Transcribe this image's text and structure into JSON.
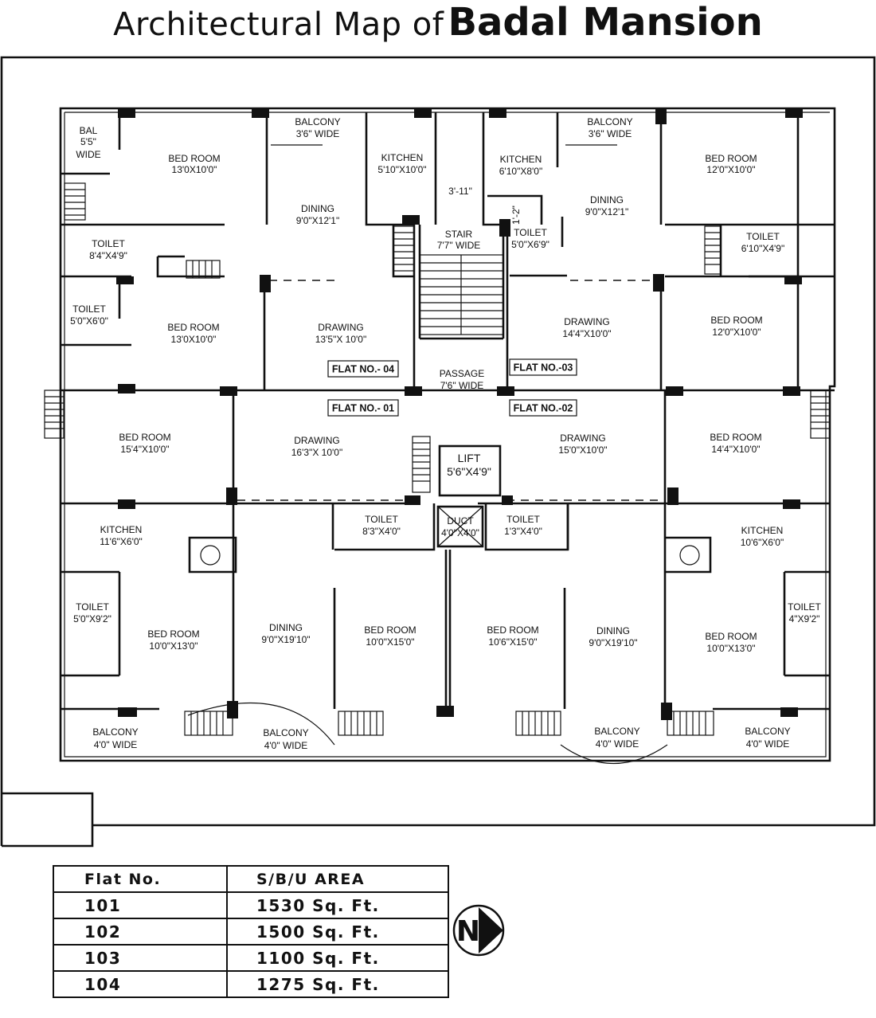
{
  "title": {
    "part1": "Architectural  Map of",
    "part2": "Badal Mansion"
  },
  "rooms": {
    "bal_top_left": {
      "name": "BAL",
      "dim": "5'5\"",
      "extra": "WIDE"
    },
    "bed_tl": {
      "name": "BED ROOM",
      "dim": "13'0X10'0\""
    },
    "balcony_top_1": {
      "name": "BALCONY",
      "dim": "3'6\" WIDE"
    },
    "dining_f4": {
      "name": "DINING",
      "dim": "9'0\"X12'1\""
    },
    "kitchen_f4": {
      "name": "KITCHEN",
      "dim": "5'10\"X10'0\""
    },
    "gap_dim": "3'-11\"",
    "stair": {
      "name": "STAIR",
      "dim": "7'7\" WIDE"
    },
    "toilet_f4a": {
      "name": "TOILET",
      "dim": "8'4\"X4'9\""
    },
    "toilet_f4b": {
      "name": "TOILET",
      "dim": "5'0\"X6'0\""
    },
    "bed_f4b": {
      "name": "BED ROOM",
      "dim": "13'0X10'0\""
    },
    "drawing_f4": {
      "name": "DRAWING",
      "dim": "13'5\"X 10'0\""
    },
    "kitchen_f3": {
      "name": "KITCHEN",
      "dim": "6'10\"X8'0\""
    },
    "balcony_top_2": {
      "name": "BALCONY",
      "dim": "3'6\" WIDE"
    },
    "dining_f3": {
      "name": "DINING",
      "dim": "9'0\"X12'1\""
    },
    "small_dim": "1'-2\"",
    "toilet_f3a": {
      "name": "TOILET",
      "dim": "5'0\"X6'9\""
    },
    "bed_f3a": {
      "name": "BED ROOM",
      "dim": "12'0\"X10'0\""
    },
    "toilet_f3b": {
      "name": "TOILET",
      "dim": "6'10\"X4'9\""
    },
    "bed_f3b": {
      "name": "BED ROOM",
      "dim": "12'0\"X10'0\""
    },
    "drawing_f3": {
      "name": "DRAWING",
      "dim": "14'4\"X10'0\""
    },
    "passage": {
      "name": "PASSAGE",
      "dim": "7'6\" WIDE"
    },
    "bed_f1a": {
      "name": "BED ROOM",
      "dim": "15'4\"X10'0\""
    },
    "drawing_f1": {
      "name": "DRAWING",
      "dim": "16'3\"X 10'0\""
    },
    "lift": {
      "name": "LIFT",
      "dim": "5'6\"X4'9\""
    },
    "drawing_f2": {
      "name": "DRAWING",
      "dim": "15'0\"X10'0\""
    },
    "bed_f2a": {
      "name": "BED ROOM",
      "dim": "14'4\"X10'0\""
    },
    "kitchen_f1": {
      "name": "KITCHEN",
      "dim": "11'6\"X6'0\""
    },
    "toilet_f1a": {
      "name": "TOILET",
      "dim": "8'3\"X4'0\""
    },
    "duct": {
      "name": "DUCT",
      "dim": "4'0\"X4'0\""
    },
    "toilet_f2a": {
      "name": "TOILET",
      "dim": "1'3\"X4'0\""
    },
    "kitchen_f2": {
      "name": "KITCHEN",
      "dim": "10'6\"X6'0\""
    },
    "toilet_f1b": {
      "name": "TOILET",
      "dim": "5'0\"X9'2\""
    },
    "bed_f1b": {
      "name": "BED ROOM",
      "dim": "10'0\"X13'0\""
    },
    "dining_f1": {
      "name": "DINING",
      "dim": "9'0\"X19'10\""
    },
    "bed_f1c": {
      "name": "BED ROOM",
      "dim": "10'0\"X15'0\""
    },
    "bed_f2b": {
      "name": "BED ROOM",
      "dim": "10'6\"X15'0\""
    },
    "dining_f2": {
      "name": "DINING",
      "dim": "9'0\"X19'10\""
    },
    "bed_f2c": {
      "name": "BED ROOM",
      "dim": "10'0\"X13'0\""
    },
    "toilet_f2b": {
      "name": "TOILET",
      "dim": "4\"X9'2\""
    },
    "balcony_b1": {
      "name": "BALCONY",
      "dim": "4'0\" WIDE"
    },
    "balcony_b2": {
      "name": "BALCONY",
      "dim": "4'0\" WIDE"
    },
    "balcony_b3": {
      "name": "BALCONY",
      "dim": "4'0\" WIDE"
    },
    "balcony_b4": {
      "name": "BALCONY",
      "dim": "4'0\" WIDE"
    }
  },
  "flat_tags": {
    "f4": "FLAT NO.- 04",
    "f3": "FLAT NO.-03",
    "f1": "FLAT NO.- 01",
    "f2": "FLAT NO.-02"
  },
  "area_table": {
    "headers": [
      "Flat No.",
      "S/B/U AREA"
    ],
    "rows": [
      [
        "101",
        "1530 Sq. Ft."
      ],
      [
        "102",
        "1500 Sq. Ft."
      ],
      [
        "103",
        "1100 Sq. Ft."
      ],
      [
        "104",
        "1275 Sq. Ft."
      ]
    ]
  },
  "compass_label": "N"
}
